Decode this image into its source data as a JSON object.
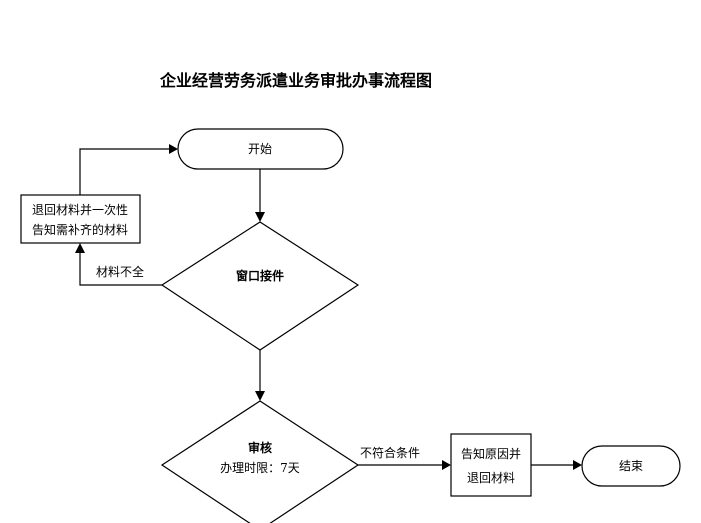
{
  "title": "企业经营劳务派遣业务审批办事流程图",
  "nodes": {
    "start": "开始",
    "return_notify": [
      "退回材料并一次性",
      "告知需补齐的材料"
    ],
    "window_intake": "窗口接件",
    "review": {
      "title": "审核",
      "time_limit": "办理时限：7天"
    },
    "notify_reason": [
      "告知原因并",
      "退回材料"
    ],
    "end": "结束"
  },
  "edges": {
    "incomplete_materials": "材料不全",
    "not_eligible": "不符合条件"
  }
}
